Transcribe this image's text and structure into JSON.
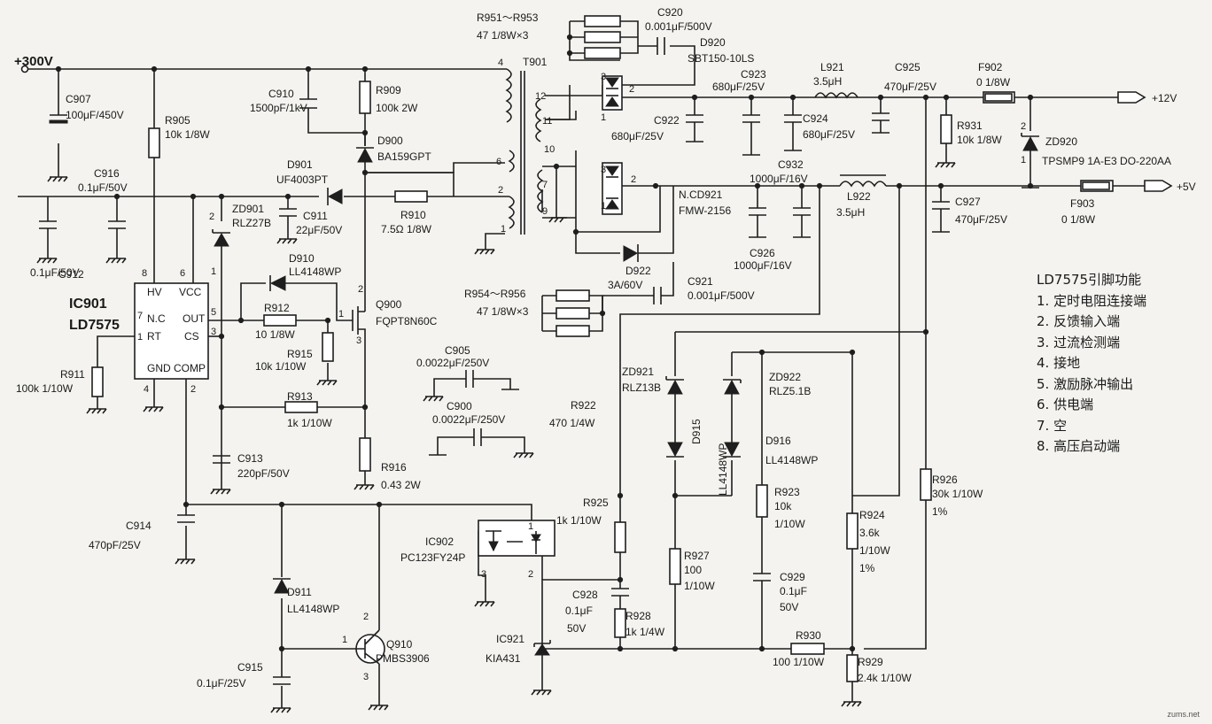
{
  "rails": {
    "v300": "+300V",
    "v12": "+12V",
    "v5": "+5V"
  },
  "ics": {
    "ic901_ref": "IC901",
    "ic901_part": "LD7575",
    "ic901_pins": {
      "hv": "HV",
      "vcc": "VCC",
      "nc": "N.C",
      "rt": "RT",
      "out": "OUT",
      "cs": "CS",
      "gnd": "GND",
      "comp": "COMP"
    },
    "ic902_ref": "IC902",
    "ic902_part": "PC123FY24P",
    "ic921_ref": "IC921",
    "ic921_part": "KIA431"
  },
  "components": [
    {
      "id": "c907a",
      "text": "C907"
    },
    {
      "id": "c907b",
      "text": "100μF/450V"
    },
    {
      "id": "r905a",
      "text": "R905"
    },
    {
      "id": "r905b",
      "text": "10k 1/8W"
    },
    {
      "id": "c916a",
      "text": "C916"
    },
    {
      "id": "c916b",
      "text": "0.1μF/50V"
    },
    {
      "id": "c912a",
      "text": "C912"
    },
    {
      "id": "c912b",
      "text": "0.1μF/50V"
    },
    {
      "id": "c910a",
      "text": "C910"
    },
    {
      "id": "c910b",
      "text": "1500pF/1kV"
    },
    {
      "id": "r909a",
      "text": "R909"
    },
    {
      "id": "r909b",
      "text": "100k 2W"
    },
    {
      "id": "d900a",
      "text": "D900"
    },
    {
      "id": "d900b",
      "text": "BA159GPT"
    },
    {
      "id": "d901a",
      "text": "D901"
    },
    {
      "id": "d901b",
      "text": "UF4003PT"
    },
    {
      "id": "zd901a",
      "text": "ZD901"
    },
    {
      "id": "zd901b",
      "text": "RLZ27B"
    },
    {
      "id": "c911a",
      "text": "C911"
    },
    {
      "id": "c911b",
      "text": "22μF/50V"
    },
    {
      "id": "r910a",
      "text": "R910"
    },
    {
      "id": "r910b",
      "text": "7.5Ω 1/8W"
    },
    {
      "id": "d910a",
      "text": "D910"
    },
    {
      "id": "d910b",
      "text": "LL4148WP"
    },
    {
      "id": "r912a",
      "text": "R912"
    },
    {
      "id": "r912b",
      "text": "10 1/8W"
    },
    {
      "id": "r915a",
      "text": "R915"
    },
    {
      "id": "r915b",
      "text": "10k 1/10W"
    },
    {
      "id": "q900a",
      "text": "Q900"
    },
    {
      "id": "q900b",
      "text": "FQPT8N60C"
    },
    {
      "id": "r913a",
      "text": "R913"
    },
    {
      "id": "r913b",
      "text": "1k 1/10W"
    },
    {
      "id": "r911a",
      "text": "R911"
    },
    {
      "id": "r911b",
      "text": "100k 1/10W"
    },
    {
      "id": "c913a",
      "text": "C913"
    },
    {
      "id": "c913b",
      "text": "220pF/50V"
    },
    {
      "id": "r916a",
      "text": "R916"
    },
    {
      "id": "r916b",
      "text": "0.43 2W"
    },
    {
      "id": "c914a",
      "text": "C914"
    },
    {
      "id": "c914b",
      "text": "470pF/25V"
    },
    {
      "id": "c905a",
      "text": "C905"
    },
    {
      "id": "c905b",
      "text": "0.0022μF/250V"
    },
    {
      "id": "c900a",
      "text": "C900"
    },
    {
      "id": "c900b",
      "text": "0.0022μF/250V"
    },
    {
      "id": "d911a",
      "text": "D911"
    },
    {
      "id": "d911b",
      "text": "LL4148WP"
    },
    {
      "id": "q910a",
      "text": "Q910"
    },
    {
      "id": "q910b",
      "text": "PMBS3906"
    },
    {
      "id": "c915a",
      "text": "C915"
    },
    {
      "id": "c915b",
      "text": "0.1μF/25V"
    },
    {
      "id": "r951a",
      "text": "R951～R953"
    },
    {
      "id": "r951b",
      "text": "47 1/8W×3"
    },
    {
      "id": "t901",
      "text": "T901"
    },
    {
      "id": "c920a",
      "text": "C920"
    },
    {
      "id": "c920b",
      "text": "0.001μF/500V"
    },
    {
      "id": "d920a",
      "text": "D920"
    },
    {
      "id": "d920b",
      "text": "SBT150-10LS"
    },
    {
      "id": "c923a",
      "text": "C923"
    },
    {
      "id": "c923b",
      "text": "680μF/25V"
    },
    {
      "id": "l921a",
      "text": "L921"
    },
    {
      "id": "l921b",
      "text": "3.5μH"
    },
    {
      "id": "c925a",
      "text": "C925"
    },
    {
      "id": "c925b",
      "text": "470μF/25V"
    },
    {
      "id": "c922a",
      "text": "C922"
    },
    {
      "id": "c922b",
      "text": "680μF/25V"
    },
    {
      "id": "c924a",
      "text": "C924"
    },
    {
      "id": "c924b",
      "text": "680μF/25V"
    },
    {
      "id": "f902a",
      "text": "F902"
    },
    {
      "id": "f902b",
      "text": "0 1/8W"
    },
    {
      "id": "r931a",
      "text": "R931"
    },
    {
      "id": "r931b",
      "text": "10k 1/8W"
    },
    {
      "id": "zd920a",
      "text": "ZD920"
    },
    {
      "id": "tpsmp",
      "text": "TPSMP9 1A-E3 DO-220AA"
    },
    {
      "id": "c932a",
      "text": "C932"
    },
    {
      "id": "c932b",
      "text": "1000μF/16V"
    },
    {
      "id": "d921a",
      "text": "N.CD921"
    },
    {
      "id": "d921b",
      "text": "FMW-2156"
    },
    {
      "id": "l922a",
      "text": "L922"
    },
    {
      "id": "l922b",
      "text": "3.5μH"
    },
    {
      "id": "c927a",
      "text": "C927"
    },
    {
      "id": "c927b",
      "text": "470μF/25V"
    },
    {
      "id": "f903a",
      "text": "F903"
    },
    {
      "id": "f903b",
      "text": "0 1/8W"
    },
    {
      "id": "c926a",
      "text": "C926"
    },
    {
      "id": "c926b",
      "text": "1000μF/16V"
    },
    {
      "id": "d922a",
      "text": "D922"
    },
    {
      "id": "d922b",
      "text": "3A/60V"
    },
    {
      "id": "c921a",
      "text": "C921"
    },
    {
      "id": "c921b",
      "text": "0.001μF/500V"
    },
    {
      "id": "r954a",
      "text": "R954～R956"
    },
    {
      "id": "r954b",
      "text": "47 1/8W×3"
    },
    {
      "id": "zd921a",
      "text": "ZD921"
    },
    {
      "id": "zd921b",
      "text": "RLZ13B"
    },
    {
      "id": "zd922a",
      "text": "ZD922"
    },
    {
      "id": "zd922b",
      "text": "RLZ5.1B"
    },
    {
      "id": "d915a",
      "text": "D915"
    },
    {
      "id": "d915b",
      "text": "LL4148WP"
    },
    {
      "id": "d916a",
      "text": "D916"
    },
    {
      "id": "d916b",
      "text": "LL4148WP"
    },
    {
      "id": "r922a",
      "text": "R922"
    },
    {
      "id": "r922b",
      "text": "470 1/4W"
    },
    {
      "id": "r925a",
      "text": "R925"
    },
    {
      "id": "r925b",
      "text": "1k 1/10W"
    },
    {
      "id": "r923a",
      "text": "R923"
    },
    {
      "id": "r923b",
      "text": "10k"
    },
    {
      "id": "r923c",
      "text": "1/10W"
    },
    {
      "id": "r924a",
      "text": "R924"
    },
    {
      "id": "r924b",
      "text": "3.6k"
    },
    {
      "id": "r924c",
      "text": "1/10W"
    },
    {
      "id": "r924d",
      "text": "1%"
    },
    {
      "id": "r926a",
      "text": "R926"
    },
    {
      "id": "r926b",
      "text": "30k 1/10W"
    },
    {
      "id": "r926c",
      "text": "1%"
    },
    {
      "id": "r927a",
      "text": "R927"
    },
    {
      "id": "r927b",
      "text": "100"
    },
    {
      "id": "r927c",
      "text": "1/10W"
    },
    {
      "id": "c929a",
      "text": "C929"
    },
    {
      "id": "c929b",
      "text": "0.1μF"
    },
    {
      "id": "c929c",
      "text": "50V"
    },
    {
      "id": "c928a",
      "text": "C928"
    },
    {
      "id": "c928b",
      "text": "0.1μF"
    },
    {
      "id": "c928c",
      "text": "50V"
    },
    {
      "id": "r928a",
      "text": "R928"
    },
    {
      "id": "r928b",
      "text": "1k 1/4W"
    },
    {
      "id": "r930a",
      "text": "R930"
    },
    {
      "id": "r930b",
      "text": "100 1/10W"
    },
    {
      "id": "r929a",
      "text": "R929"
    },
    {
      "id": "r929b",
      "text": "2.4k 1/10W"
    }
  ],
  "legend": {
    "title": "LD7575引脚功能",
    "items": [
      "1. 定时电阻连接端",
      "2. 反馈输入端",
      "3. 过流检测端",
      "4. 接地",
      "5. 激励脉冲输出",
      "6. 供电端",
      "7. 空",
      "8. 高压启动端"
    ]
  },
  "watermark": "zums.net"
}
